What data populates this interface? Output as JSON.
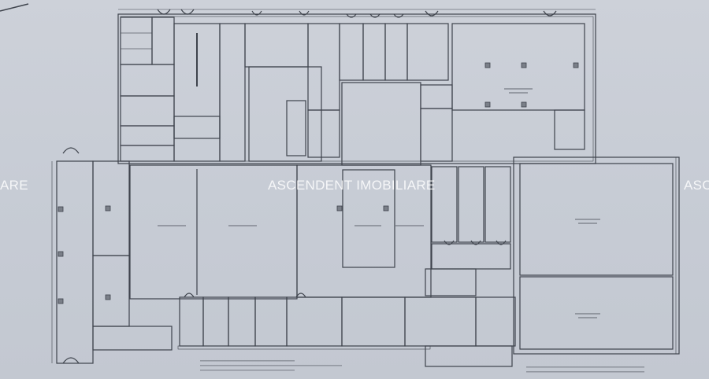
{
  "image": {
    "kind": "architectural floor plan photo",
    "colors": {
      "paper": "#c9ced6",
      "line": "#3e434c",
      "column": "#5a5f68",
      "watermark": "#ffffff"
    }
  },
  "watermark": {
    "center_text": "ASCENDENT IMOBILIARE",
    "left_fragment": "ARE",
    "right_fragment": "ASC"
  }
}
